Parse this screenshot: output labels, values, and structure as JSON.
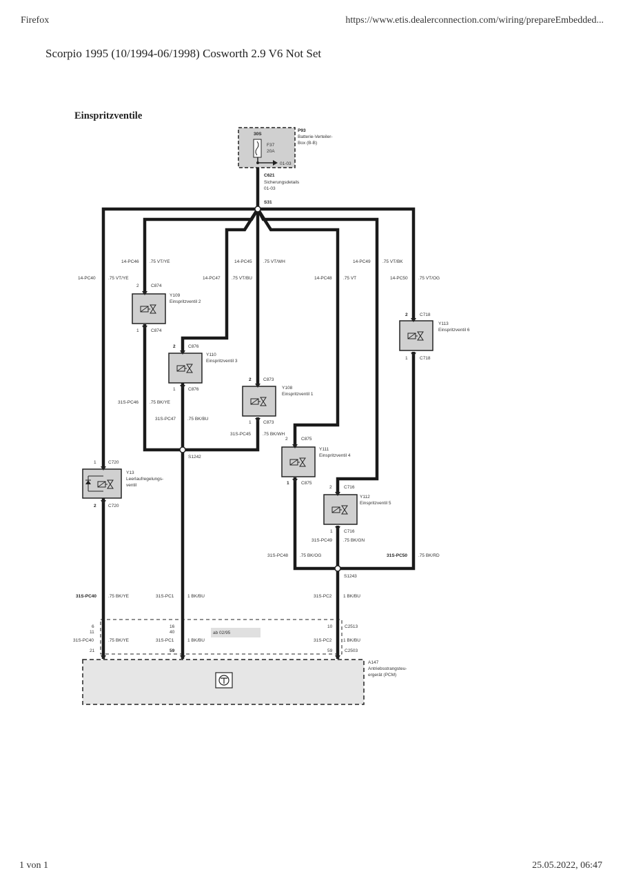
{
  "header": {
    "app": "Firefox",
    "url": "https://www.etis.dealerconnection.com/wiring/prepareEmbedded...",
    "title": "Scorpio 1995 (10/1994-06/1998)  Cosworth 2.9 V6  Not Set"
  },
  "footer": {
    "page": "1 von 1",
    "datetime": "25.05.2022, 06:47"
  },
  "diagram": {
    "section_title": "Einspritzventile",
    "fuse_box": {
      "id": "P93",
      "name_line1": "Batterie-Verteiler-",
      "name_line2": "Box (B-B)",
      "fuse_top": "30S",
      "fuse_id": "F37",
      "fuse_rating": "20A",
      "ref": "01-03"
    },
    "connector_top": {
      "id": "C621",
      "desc": "Sicherungsdetails",
      "ref": "01-03"
    },
    "splice_top": "S31",
    "wires_upper": [
      {
        "circuit": "14-PC46",
        "color": ".75 VT/YE"
      },
      {
        "circuit": "14-PC40",
        "color": ".75 VT/YE"
      },
      {
        "circuit": "14-PC47",
        "color": ".75 VT/BU"
      },
      {
        "circuit": "14-PC45",
        "color": ".75 VT/WH"
      },
      {
        "circuit": "14-PC48",
        "color": ".75 VT"
      },
      {
        "circuit": "14-PC49",
        "color": ".75 VT/BK"
      },
      {
        "circuit": "14-PC50",
        "color": ".75 VT/OG"
      }
    ],
    "components": {
      "y109": {
        "id": "Y109",
        "name": "Einspritzventil 2",
        "conn": "C874",
        "pin_top": "2",
        "pin_bottom": "1"
      },
      "y110": {
        "id": "Y110",
        "name": "Einspritzventil 3",
        "conn": "C876",
        "pin_top": "2",
        "pin_bottom": "1"
      },
      "y108": {
        "id": "Y108",
        "name": "Einspritzventil 1",
        "conn": "C873",
        "pin_top": "2",
        "pin_bottom": "1"
      },
      "y111": {
        "id": "Y111",
        "name": "Einspritzventil 4",
        "conn": "C875",
        "pin_top": "2",
        "pin_bottom": "1"
      },
      "y112": {
        "id": "Y112",
        "name": "Einspritzventil 5",
        "conn": "C716",
        "pin_top": "2",
        "pin_bottom": "1"
      },
      "y113": {
        "id": "Y113",
        "name": "Einspritzventil 6",
        "conn": "C718",
        "pin_top": "2",
        "pin_bottom": "1"
      },
      "y13": {
        "id": "Y13",
        "name_line1": "Leerlaufregelungs-",
        "name_line2": "ventil",
        "conn": "C720",
        "pin_top": "1",
        "pin_bottom": "2"
      }
    },
    "wires_lower": [
      {
        "circuit": "31S-PC46",
        "color": ".75 BK/YE"
      },
      {
        "circuit": "31S-PC47",
        "color": ".75 BK/BU"
      },
      {
        "circuit": "31S-PC45",
        "color": ".75 BK/WH"
      },
      {
        "circuit": "31S-PC49",
        "color": ".75 BK/GN"
      },
      {
        "circuit": "31S-PC48",
        "color": ".75 BK/OG"
      },
      {
        "circuit": "31S-PC50",
        "color": ".75 BK/RD"
      }
    ],
    "splice_mid_left": "S1242",
    "splice_mid_right": "S1243",
    "bottom_wires": [
      {
        "circuit": "31S-PC40",
        "color": ".75 BK/YE"
      },
      {
        "circuit": "31S-PC1",
        "color": "1 BK/BU"
      },
      {
        "circuit": "31S-PC2",
        "color": "1 BK/BU"
      }
    ],
    "connector_c2513": {
      "id": "C2513",
      "pins_left": [
        "6",
        "11"
      ],
      "pins_mid": [
        "16",
        "40"
      ],
      "pin_right": "10",
      "note": "ab 02/95"
    },
    "connector_c2503": {
      "id": "C2503",
      "pin_left": "21",
      "pin_mid": "59",
      "pin_right": "59"
    },
    "pcm": {
      "id": "A147",
      "name_line1": "Antriebsstrangsteu-",
      "name_line2": "ergerät (PCM)"
    }
  },
  "colors": {
    "wire": "#1a1a1a",
    "component_fill": "#d0d0d0",
    "text": "#333333",
    "pcm_fill": "#e6e6e6"
  }
}
